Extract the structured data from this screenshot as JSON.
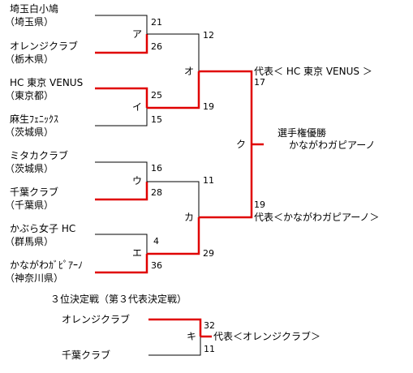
{
  "teams": [
    {
      "name": "埼玉白小鳩",
      "pref": "（埼玉県）"
    },
    {
      "name": "オレンジクラブ",
      "pref": "（栃木県）"
    },
    {
      "name": "HC 東京 VENUS",
      "pref": "（東京都）"
    },
    {
      "name": "麻生ﾌｪﾆｯｸｽ",
      "pref": "（茨城県）"
    },
    {
      "name": "ミタカクラブ",
      "pref": "（茨城県）"
    },
    {
      "name": "千葉クラブ",
      "pref": "（千葉県）"
    },
    {
      "name": "かぶら女子 HC",
      "pref": "（群馬県）"
    },
    {
      "name": "かながわｶﾞﾋﾟｱｰﾉ",
      "pref": "（神奈川県）"
    }
  ],
  "matches": {
    "a": {
      "label": "ア",
      "top": "21",
      "bottom": "26"
    },
    "i": {
      "label": "イ",
      "top": "25",
      "bottom": "15"
    },
    "u": {
      "label": "ウ",
      "top": "16",
      "bottom": "28"
    },
    "e": {
      "label": "エ",
      "top": "4",
      "bottom": "36"
    },
    "o": {
      "label": "オ",
      "top": "12",
      "bottom": "19"
    },
    "ka": {
      "label": "カ",
      "top": "11",
      "bottom": "29"
    },
    "ku": {
      "label": "ク",
      "top": "17",
      "bottom": "19"
    }
  },
  "representatives": {
    "top": "代表＜ HC 東京 VENUS ＞",
    "bottom": "代表＜かながわガピアーノ＞"
  },
  "champion": {
    "line1": "選手権優勝",
    "line2": "かながわガピアーノ"
  },
  "third_place": {
    "title": "３位決定戦（第３代表決定戦）",
    "team_top": "オレンジクラブ",
    "team_bottom": "千葉クラブ",
    "label": "キ",
    "score_top": "32",
    "score_bottom": "11",
    "result": "代表＜オレンジクラブ＞"
  },
  "colors": {
    "winner_line": "#e00000",
    "loser_line": "#000000"
  }
}
